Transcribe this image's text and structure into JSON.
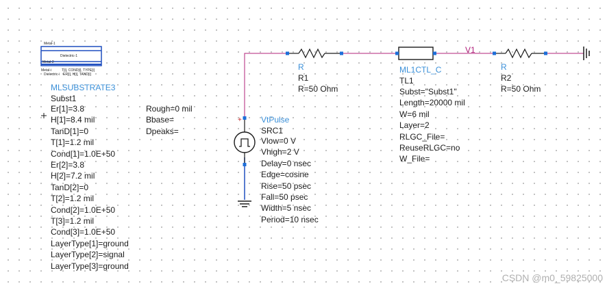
{
  "substrate": {
    "preview": {
      "metal1": "Metal-1",
      "dielectric1": "Dielectric-1",
      "metal2": "Metal-2",
      "legend1": "Metal-i",
      "legend1_value": "T[i], COND[i], TYPE[i]",
      "legend2": "Dielectric-i",
      "legend2_value": "ER[i], H[i], TAND[i]"
    },
    "component": "MLSUBSTRATE3",
    "name": "Subst1",
    "params": [
      "Er[1]=3.8",
      "H[1]=8.4 mil",
      "TanD[1]=0",
      "T[1]=1.2 mil",
      "Cond[1]=1.0E+50",
      "Er[2]=3.8",
      "H[2]=7.2 mil",
      "TanD[2]=0",
      "T[2]=1.2 mil",
      "Cond[2]=1.0E+50",
      "T[3]=1.2 mil",
      "Cond[3]=1.0E+50",
      "LayerType[1]=ground",
      "LayerType[2]=signal",
      "LayerType[3]=ground"
    ],
    "extra_params": [
      "Rough=0 mil",
      "Bbase=",
      "Dpeaks="
    ]
  },
  "source": {
    "component": "VtPulse",
    "name": "SRC1",
    "plus_sign": "+",
    "params": [
      "Vlow=0 V",
      "Vhigh=2 V",
      "Delay=0 nsec",
      "Edge=cosine",
      "Rise=50 psec",
      "Fall=50 psec",
      "Width=5 nsec",
      "Period=10 nsec"
    ]
  },
  "r1": {
    "component": "R",
    "name": "R1",
    "params": [
      "R=50 Ohm"
    ]
  },
  "tl1": {
    "component": "ML1CTL_C",
    "name": "TL1",
    "params": [
      "Subst=\"Subst1\"",
      "Length=20000 mil",
      "W=6 mil",
      "Layer=2",
      "RLGC_File=",
      "ReuseRLGC=no",
      "W_File="
    ]
  },
  "r2": {
    "component": "R",
    "name": "R2",
    "params": [
      "R=50 Ohm"
    ]
  },
  "net_label": "V1",
  "watermark": "CSDN @m0_59825000",
  "colors": {
    "wire": "#b0207a",
    "component_blue": "#3a8fd8",
    "pin_blue": "#1e6fd9",
    "body": "#1b1b1b"
  }
}
